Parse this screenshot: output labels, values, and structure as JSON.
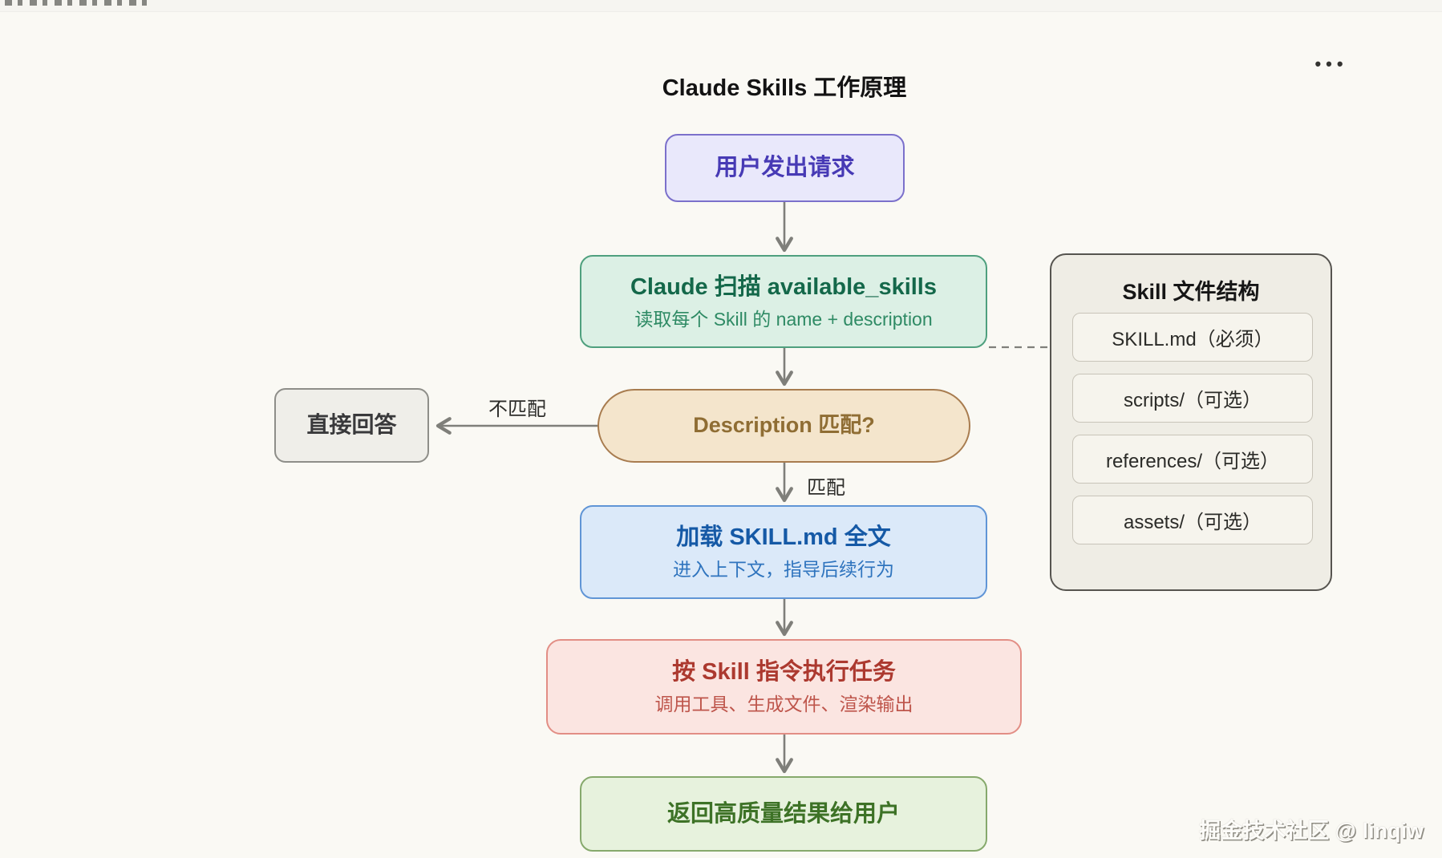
{
  "page": {
    "title": "Claude Skills 工作原理",
    "menu_ellipsis": "•••",
    "watermark": "掘金技术社区 @ linqiw"
  },
  "flow": {
    "user_request": {
      "label": "用户发出请求"
    },
    "scan": {
      "title": "Claude 扫描 available_skills",
      "subtitle": "读取每个 Skill 的 name + description"
    },
    "decision": {
      "label": "Description 匹配?"
    },
    "no_match_label": "不匹配",
    "match_label": "匹配",
    "direct_answer": {
      "label": "直接回答"
    },
    "load": {
      "title": "加载 SKILL.md 全文",
      "subtitle": "进入上下文，指导后续行为"
    },
    "execute": {
      "title": "按 Skill 指令执行任务",
      "subtitle": "调用工具、生成文件、渲染输出"
    },
    "result": {
      "label": "返回高质量结果给用户"
    }
  },
  "panel": {
    "title": "Skill 文件结构",
    "items": [
      {
        "label": "SKILL.md（必须）"
      },
      {
        "label": "scripts/（可选）"
      },
      {
        "label": "references/（可选）"
      },
      {
        "label": "assets/（可选）"
      }
    ]
  },
  "colors": {
    "background": "#faf9f4",
    "arrow": "#7f7f7a",
    "node_user_bg": "#e9e8fb",
    "node_user_border": "#7b70cb",
    "node_scan_bg": "#dcf0e5",
    "node_scan_border": "#4fa07e",
    "node_decision_bg": "#f4e5cc",
    "node_decision_border": "#a87c4f",
    "node_direct_bg": "#efeee9",
    "node_load_bg": "#dbe9f9",
    "node_load_border": "#6095d6",
    "node_exec_bg": "#fbe5e1",
    "node_exec_border": "#e28e85",
    "node_result_bg": "#e7f2dd",
    "node_result_border": "#86a96c",
    "panel_bg": "#efede5"
  }
}
